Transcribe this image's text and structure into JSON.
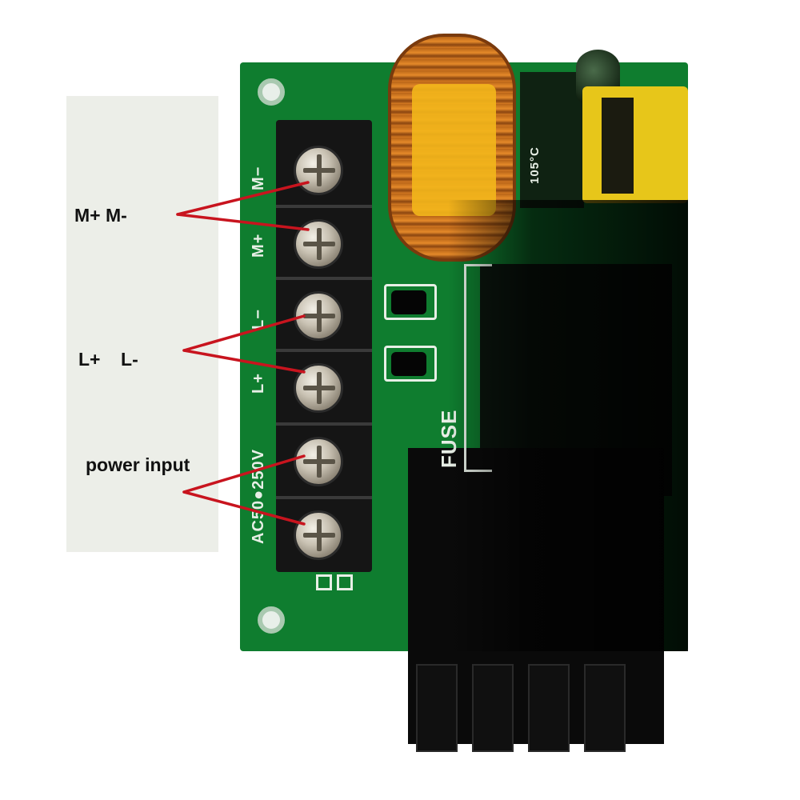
{
  "callouts": {
    "motor": "M+ M-",
    "line": "L+    L-",
    "power": "power input"
  },
  "silkscreen": {
    "m_minus": "M−",
    "m_plus": "M+",
    "l_minus": "L−",
    "l_plus": "L+",
    "ac_voltage": "AC50●250V",
    "fuse": "FUSE",
    "cap_rating": "105°C"
  },
  "colors": {
    "pcb": "#0f7d2f",
    "callout_line": "#c8141e",
    "label_panel": "#eceee8"
  }
}
